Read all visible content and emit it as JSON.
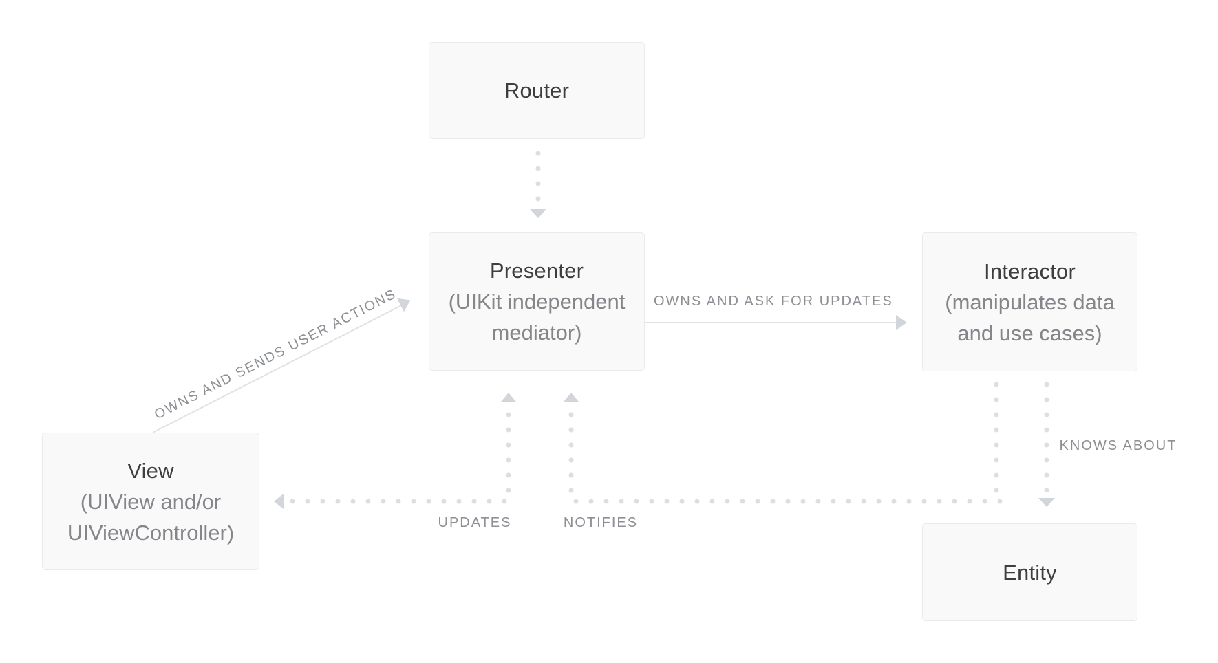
{
  "colors": {
    "bg": "#ffffff",
    "box-fill": "#f9f9fa",
    "box-border": "#e9eaeb",
    "title": "#3d3e40",
    "subtitle": "#85858a",
    "edge-label": "#8c8f93",
    "line": "#e0e2e5",
    "dot": "#dcdfe2",
    "arrow": "#d2d5d9"
  },
  "nodes": {
    "router": {
      "title": "Router"
    },
    "presenter": {
      "title": "Presenter",
      "subtitle": "(UIKit independent\nmediator)"
    },
    "interactor": {
      "title": "Interactor",
      "subtitle": "(manipulates data\nand use cases)"
    },
    "view": {
      "title": "View",
      "subtitle": "(UIView and/or\nUIViewController)"
    },
    "entity": {
      "title": "Entity"
    }
  },
  "edges": {
    "router_to_presenter": {
      "from": "Router",
      "to": "Presenter",
      "style": "dotted",
      "label": ""
    },
    "view_to_presenter": {
      "from": "View",
      "to": "Presenter",
      "style": "solid",
      "label": "OWNS AND SENDS USER ACTIONS"
    },
    "presenter_to_interactor": {
      "from": "Presenter",
      "to": "Interactor",
      "style": "solid",
      "label": "OWNS AND ASK FOR UPDATES"
    },
    "presenter_to_view": {
      "from": "Presenter",
      "to": "View",
      "style": "dotted",
      "label": "UPDATES"
    },
    "interactor_to_presenter": {
      "from": "Interactor",
      "to": "Presenter",
      "style": "dotted",
      "label": "NOTIFIES"
    },
    "interactor_to_entity": {
      "from": "Interactor",
      "to": "Entity",
      "style": "dotted",
      "label": "KNOWS ABOUT"
    }
  }
}
